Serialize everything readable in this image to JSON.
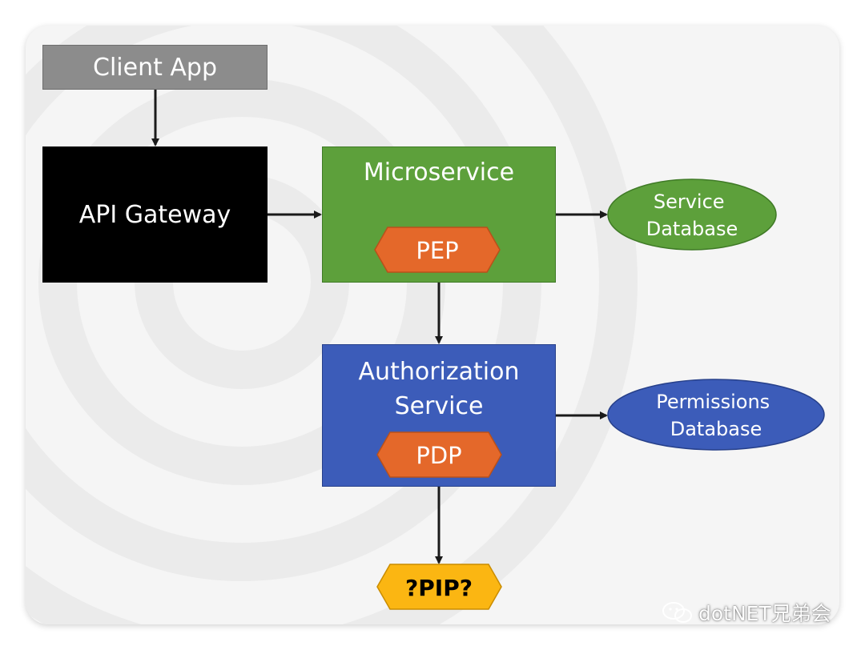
{
  "nodes": {
    "client_app": "Client App",
    "api_gateway": "API Gateway",
    "microservice": "Microservice",
    "pep": "PEP",
    "service_database": "Service\nDatabase",
    "authorization_service": "Authorization\nService",
    "pdp": "PDP",
    "permissions_database": "Permissions\nDatabase",
    "pip": "?PIP?"
  },
  "watermark": "dotNET兄弟会",
  "colors": {
    "client_app": "#8c8c8c",
    "api_gateway": "#000000",
    "microservice": "#5da03b",
    "authorization": "#3c5cb9",
    "hexagon": "#e4682a",
    "pip": "#fbb612",
    "arrow": "#1a1a1a"
  }
}
